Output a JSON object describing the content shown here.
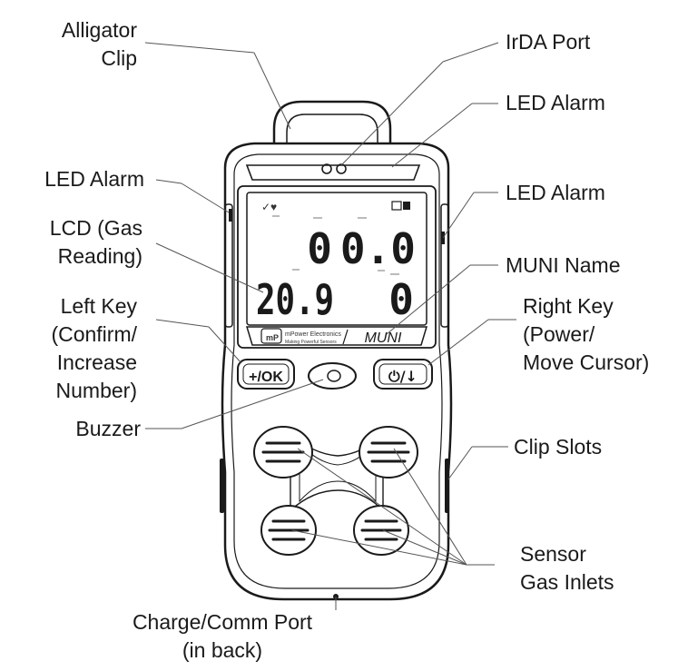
{
  "callouts": {
    "alligator_clip": [
      "Alligator",
      "Clip"
    ],
    "irda_port": [
      "IrDA Port"
    ],
    "led_alarm_top": [
      "LED Alarm"
    ],
    "led_alarm_left": [
      "LED Alarm"
    ],
    "led_alarm_right": [
      "LED Alarm"
    ],
    "lcd": [
      "LCD (Gas",
      "Reading)"
    ],
    "muni_name": [
      "MUNI Name"
    ],
    "left_key": [
      "Left Key",
      "(Confirm/",
      "Increase",
      "Number)"
    ],
    "right_key": [
      "Right Key",
      "(Power/",
      "Move Cursor)"
    ],
    "buzzer": [
      "Buzzer"
    ],
    "clip_slots": [
      "Clip Slots"
    ],
    "sensor_inlets": [
      "Sensor",
      "Gas Inlets"
    ],
    "charge_port": [
      "Charge/Comm Port",
      "(in back)"
    ]
  },
  "device": {
    "lcd_readings": {
      "top_left": "0",
      "top_right": "0.0",
      "bottom_left": "20.9",
      "bottom_right": "0"
    },
    "brand_line1": "mPower Electronics",
    "brand_line2": "Making Powerful Sensors",
    "model_name": "MUNI",
    "left_key_label": "+/OK",
    "right_key_label": "⏻/↓"
  },
  "colors": {
    "outline": "#1a1a1a",
    "leader": "#555555"
  }
}
